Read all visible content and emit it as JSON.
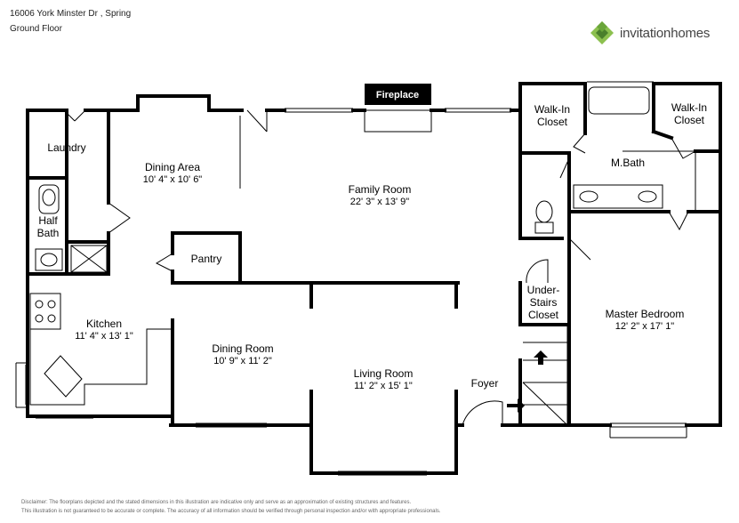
{
  "header": {
    "address": "16006 York Minster Dr , Spring",
    "floor": "Ground Floor"
  },
  "brand": {
    "name_part1": "invitation",
    "name_part2": "homes",
    "colors": {
      "dark_green": "#4a7f2c",
      "light_green": "#8cc04f",
      "text": "#444444"
    }
  },
  "rooms": {
    "laundry": {
      "name": "Laundry"
    },
    "half_bath": {
      "name_line1": "Half",
      "name_line2": "Bath"
    },
    "dining_area": {
      "name": "Dining Area",
      "dims": "10' 4\" x 10' 6\""
    },
    "fireplace": {
      "name": "Fireplace"
    },
    "family_room": {
      "name": "Family Room",
      "dims": "22' 3\" x 13' 9\""
    },
    "pantry": {
      "name": "Pantry"
    },
    "kitchen": {
      "name": "Kitchen",
      "dims": "11' 4\" x 13' 1\""
    },
    "dining_room": {
      "name": "Dining Room",
      "dims": "10' 9\" x 11' 2\""
    },
    "living_room": {
      "name": "Living Room",
      "dims": "11' 2\" x 15' 1\""
    },
    "foyer": {
      "name": "Foyer"
    },
    "walk_in_closet_left": {
      "name_line1": "Walk-In",
      "name_line2": "Closet"
    },
    "walk_in_closet_right": {
      "name_line1": "Walk-In",
      "name_line2": "Closet"
    },
    "master_bath": {
      "name": "M.Bath"
    },
    "under_stairs_closet": {
      "name_line1": "Under-",
      "name_line2": "Stairs",
      "name_line3": "Closet"
    },
    "master_bedroom": {
      "name": "Master Bedroom",
      "dims": "12' 2\" x 17' 1\""
    }
  },
  "disclaimer": {
    "line1": "Disclaimer: The floorplans depicted and the stated dimensions in this illustration are indicative only and serve as an approximation of existing structures and features.",
    "line2": "This illustration is not guaranteed to be accurate or complete. The accuracy of all information should be verified through personal inspection and/or with appropriate professionals."
  }
}
